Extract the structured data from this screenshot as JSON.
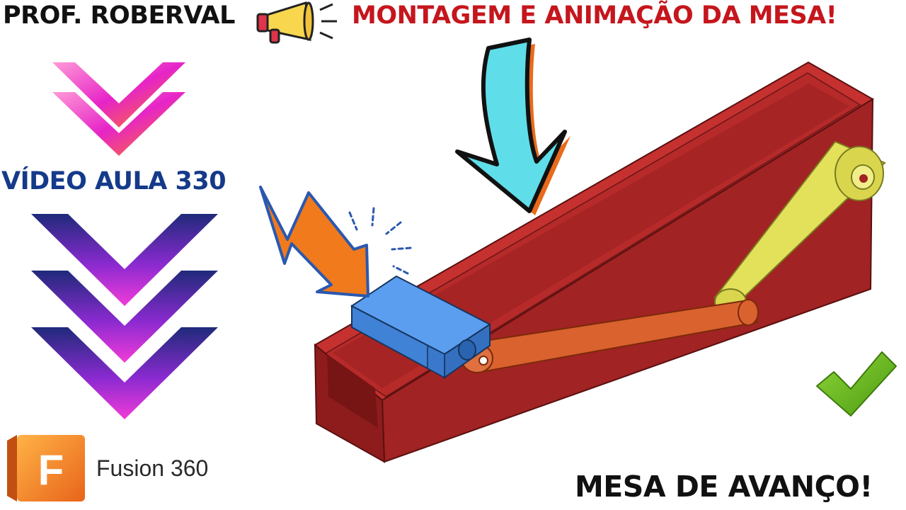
{
  "header": {
    "author": "PROF. ROBERVAL",
    "headline": "MONTAGEM E ANIMAÇÃO DA MESA!"
  },
  "episode": "VÍDEO AULA 330",
  "product": {
    "logo_letter": "F",
    "name": "Fusion 360"
  },
  "footer": "MESA DE AVANÇO!",
  "icons": [
    "megaphone-icon",
    "chevrons-down-icon",
    "curved-arrow-icon",
    "lightning-arrow-icon",
    "spark-lines-icon",
    "checkmark-icon",
    "fusion-logo-icon"
  ],
  "colors": {
    "headline": "#c5161d",
    "episode": "#153a8a",
    "rail": "#b3282a",
    "slider": "#4a8de0",
    "link_orange": "#d9622e",
    "link_yellow": "#e3e05a",
    "arrow_cyan": "#5fdde8",
    "check_green": "#6cbf1c"
  }
}
